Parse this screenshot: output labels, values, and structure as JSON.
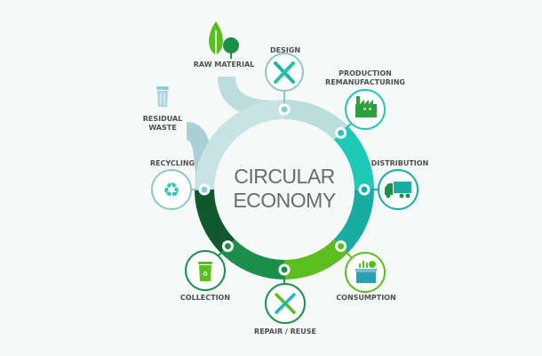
{
  "title_line1": "CIRCULAR",
  "title_line2": "ECONOMY",
  "stages": {
    "raw_material": "RAW MATERIAL",
    "design": "DESIGN",
    "production_line1": "PRODUCTION",
    "production_line2": "REMANUFACTURING",
    "distribution": "DISTRIBUTION",
    "consumption": "CONSUMPTION",
    "repair": "REPAIR / REUSE",
    "collection": "COLLECTION",
    "recycling": "RECYCLING",
    "residual_line1": "RESIDUAL",
    "residual_line2": "WASTE"
  },
  "colors": {
    "pale": "#b9dcde",
    "teal": "#1fc6b6",
    "teal_dark": "#17aca2",
    "lime": "#5bbd1e",
    "green": "#1d8f4c",
    "dark_green": "#0f5a30"
  }
}
